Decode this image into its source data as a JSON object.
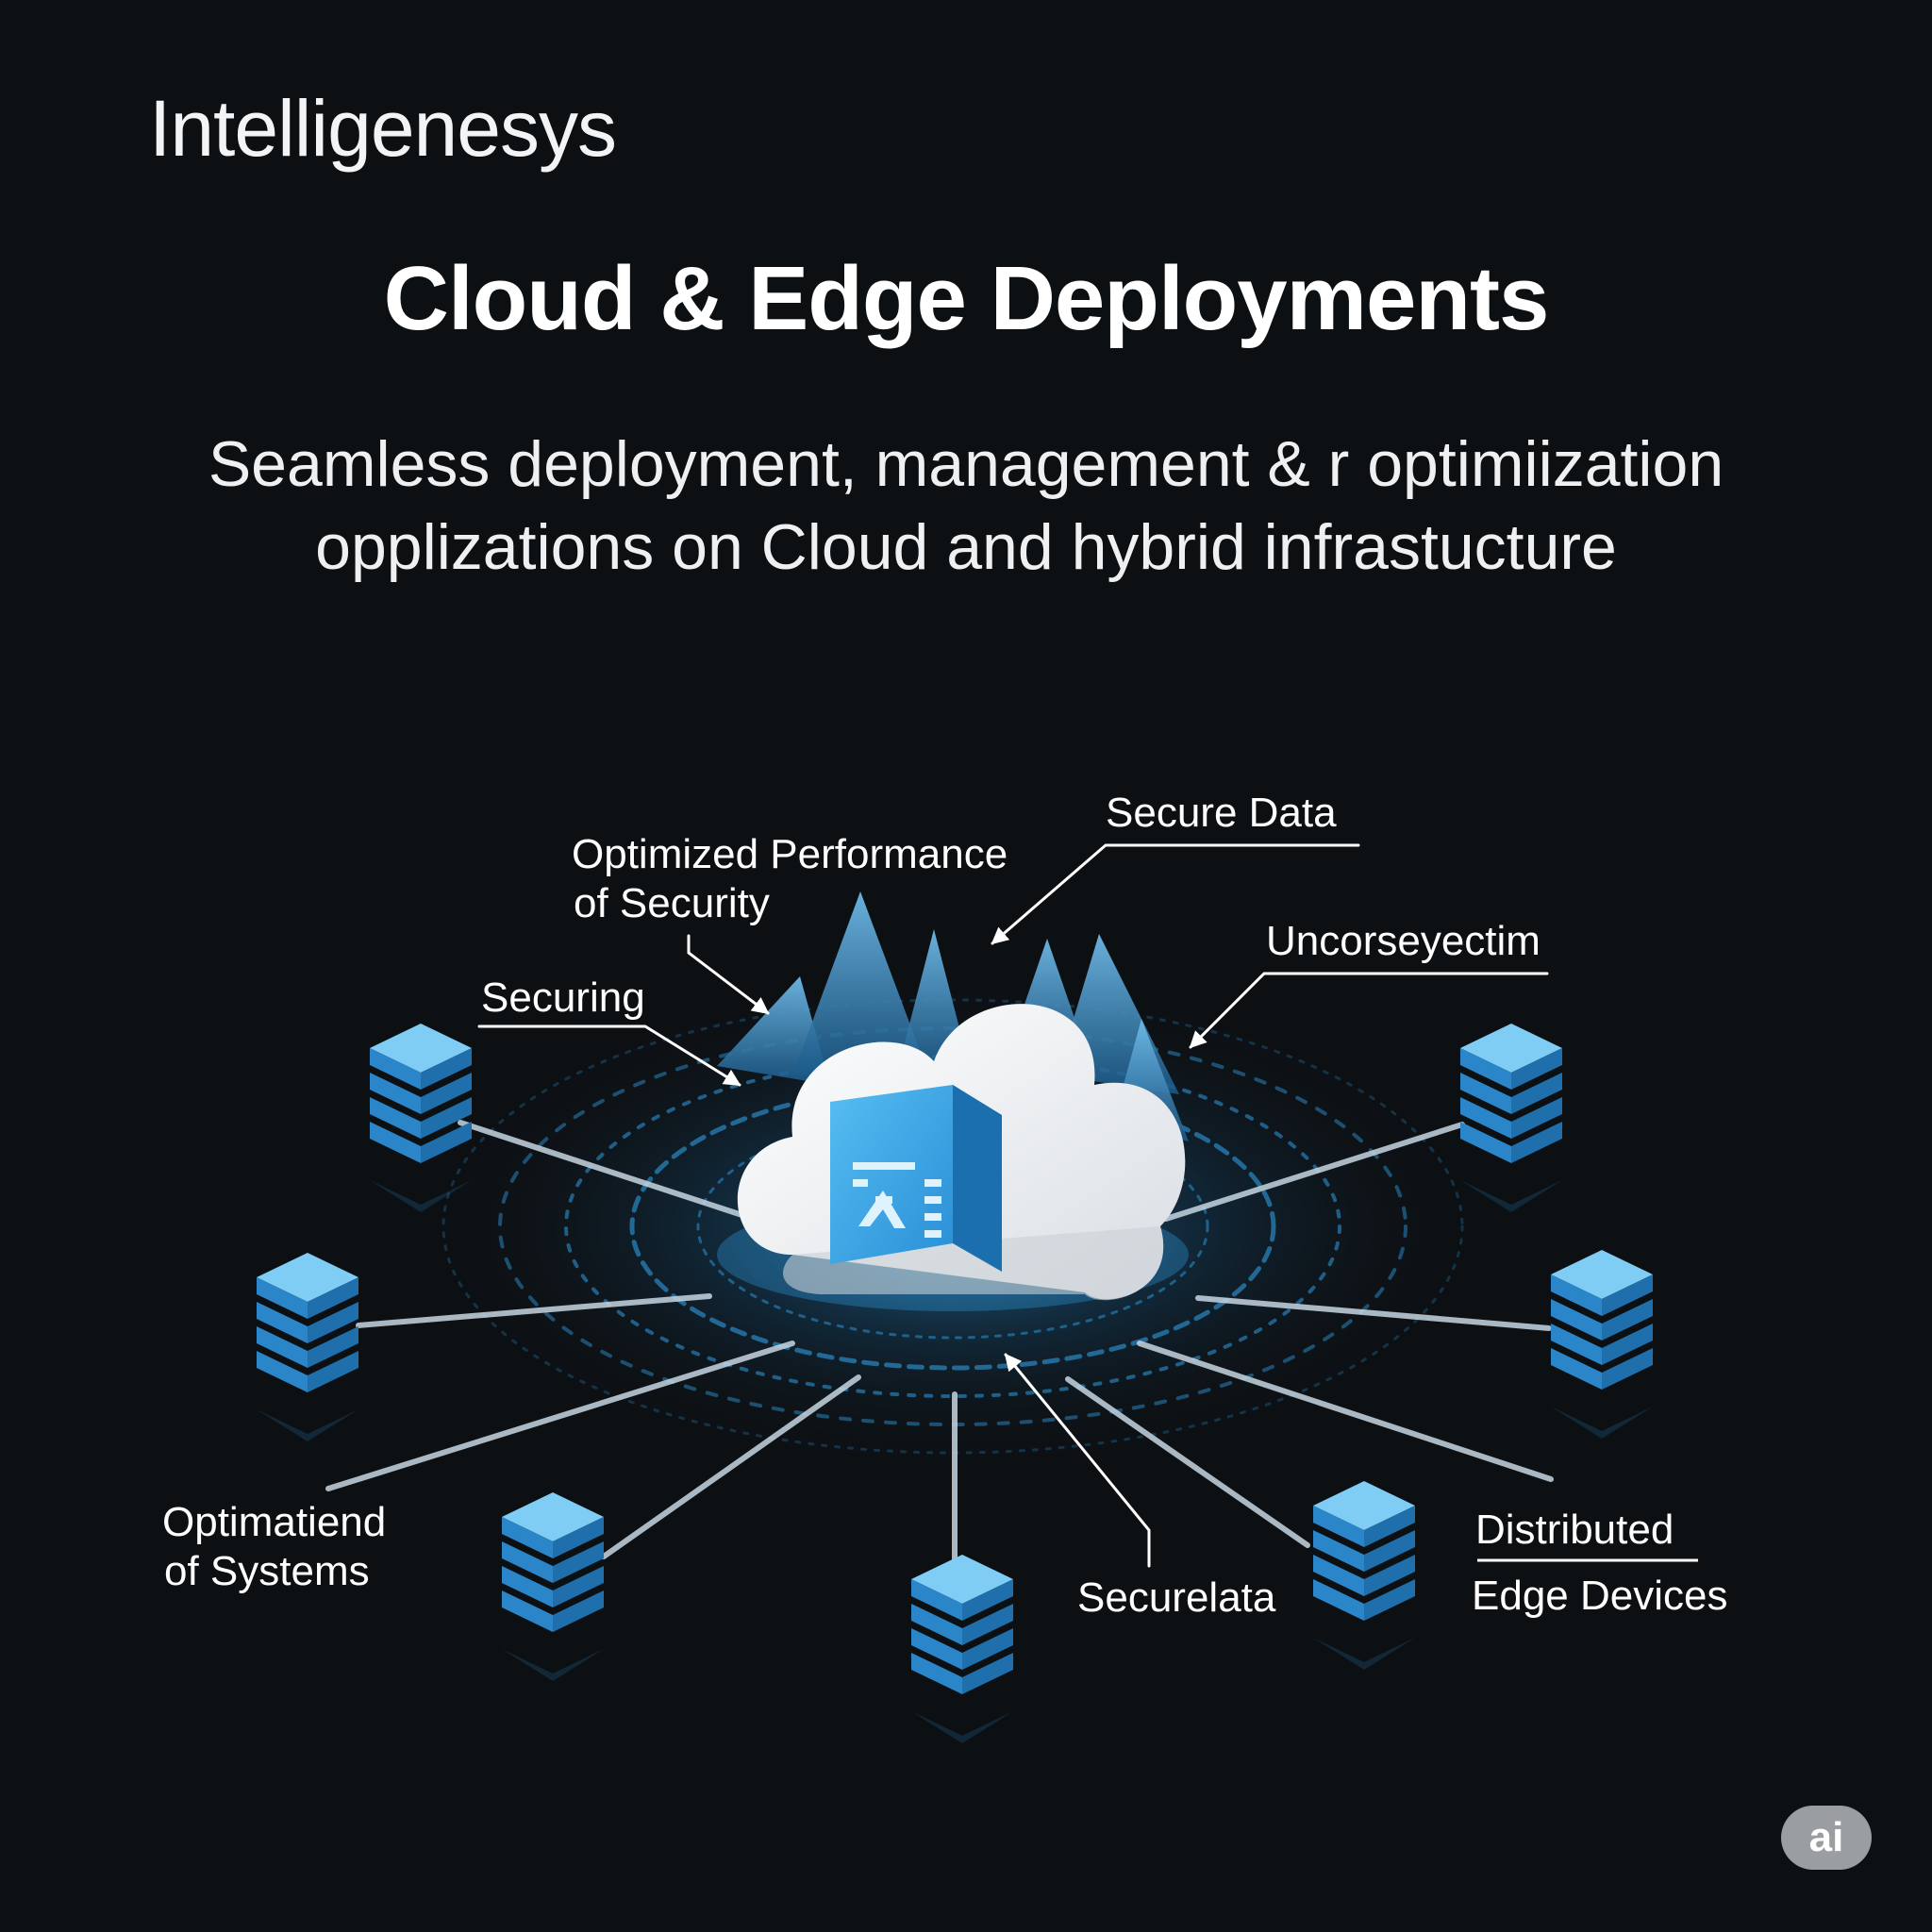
{
  "brand": "Intelligenesys",
  "title": "Cloud & Edge Deployments",
  "subtitle": {
    "line1": "Seamless deployment, management & r optimiization",
    "line2": "opplizations on Cloud and hybrid infrastucture"
  },
  "labels": {
    "optimized_performance_line1": "Optimized Performance",
    "optimized_performance_line2": "of Security",
    "securing": "Securing",
    "secure_data": "Secure Data",
    "uncorseyectim": "Uncorseyectim",
    "optimatiend_line1": "Optimatiend",
    "optimatiend_line2": "of Systems",
    "securelata": "Securelata",
    "distributed_line1": "Distributed",
    "distributed_line2": "Edge Devices"
  },
  "badge": "ai",
  "colors": {
    "background": "#0d1013",
    "accent_blue": "#2e9be0",
    "cloud_white": "#f4f6f8",
    "line": "#c5d6e2"
  },
  "icons": {
    "cloud": "cloud-icon",
    "server_stack": "server-stack-icon",
    "data_chip": "chip-icon"
  }
}
